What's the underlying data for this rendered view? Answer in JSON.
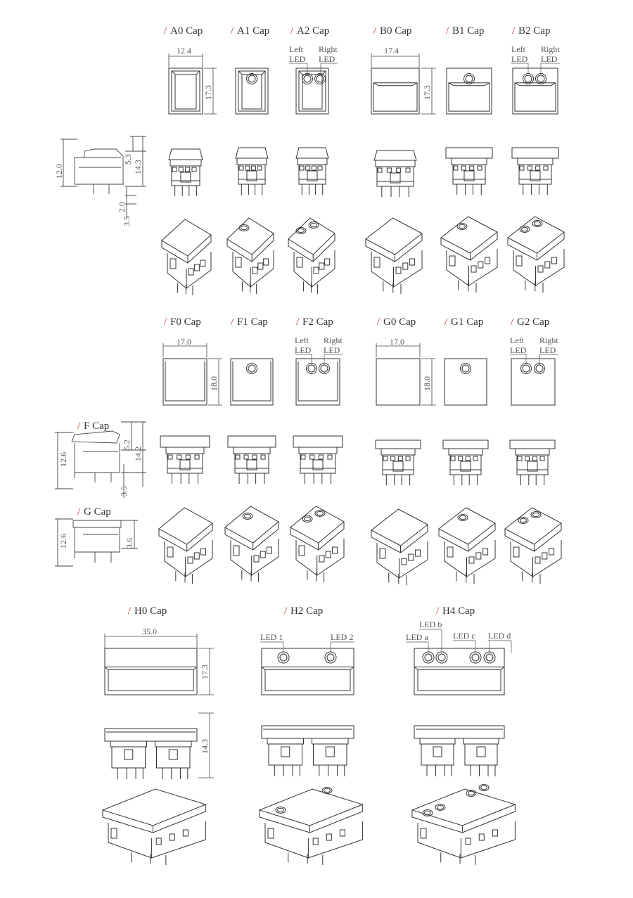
{
  "colors": {
    "line": "#333333",
    "accent": "#c0392b",
    "text": "#555555"
  },
  "row1": {
    "caps": [
      "A0 Cap",
      "A1 Cap",
      "A2 Cap",
      "B0 Cap",
      "B1 Cap",
      "B2 Cap"
    ],
    "dims": {
      "a_width": "12.4",
      "a_height": "17.3",
      "b_width": "17.4",
      "b_height": "17.3"
    },
    "side_dims": {
      "height": "12.0",
      "top": "5.3",
      "total": "14.3",
      "gap": "2.0",
      "pin": "3.5"
    }
  },
  "row2": {
    "caps": [
      "F0 Cap",
      "F1 Cap",
      "F2 Cap",
      "G0 Cap",
      "G1 Cap",
      "G2 Cap"
    ],
    "dims": {
      "f_width": "17.0",
      "f_height": "18.0",
      "g_width": "17.0",
      "g_height": "18.0"
    },
    "f_side": {
      "label": "F Cap",
      "height": "12.6",
      "top": "5.2",
      "total": "14.2",
      "pin": "3.5"
    },
    "g_side": {
      "label": "G Cap",
      "height": "12.6",
      "top": "3.6"
    }
  },
  "row3": {
    "caps": [
      "H0 Cap",
      "H2 Cap",
      "H4 Cap"
    ],
    "dims": {
      "width": "35.0",
      "height": "17.3",
      "side_height": "14.3"
    },
    "h2_leds": [
      "LED 1",
      "LED 2"
    ],
    "h4_leds": [
      "LED a",
      "LED b",
      "LED c",
      "LED d"
    ]
  },
  "led_labels": {
    "left_1": "Left",
    "left_2": "LED",
    "right_1": "Right",
    "right_2": "LED"
  }
}
